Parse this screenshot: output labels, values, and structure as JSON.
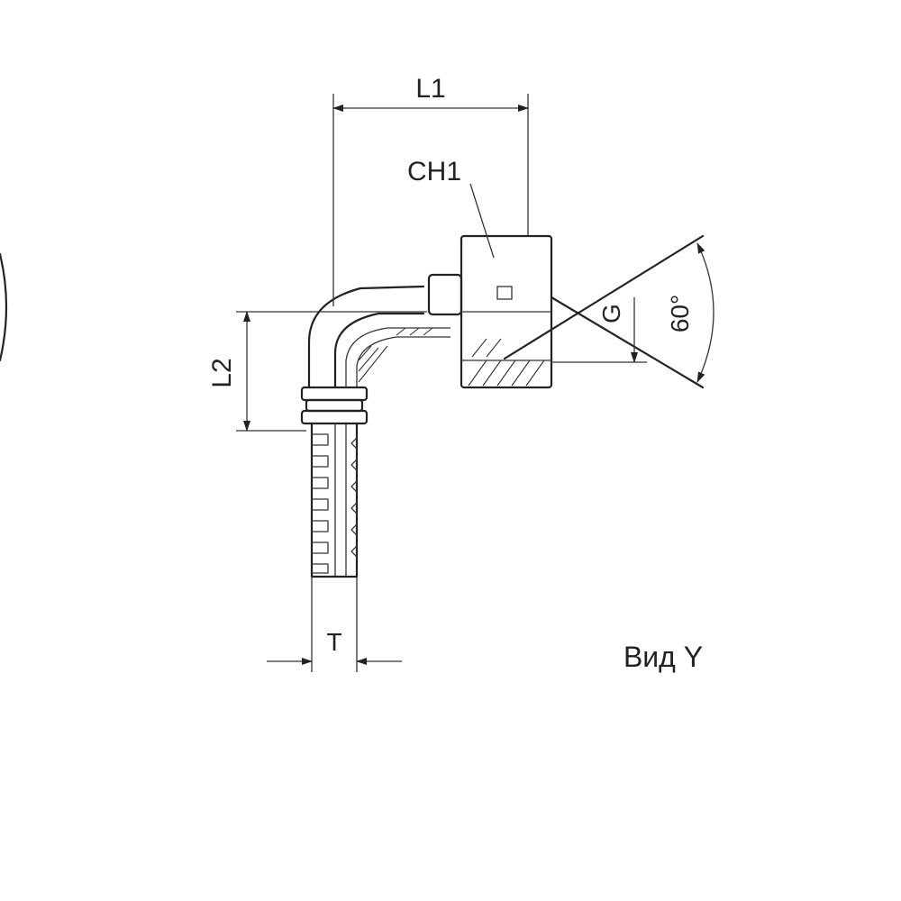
{
  "dimensions": {
    "l1": "L1",
    "l2": "L2",
    "ch1": "CH1",
    "g": "G",
    "angle": "60°",
    "t": "T"
  },
  "view_label": "Вид Y"
}
